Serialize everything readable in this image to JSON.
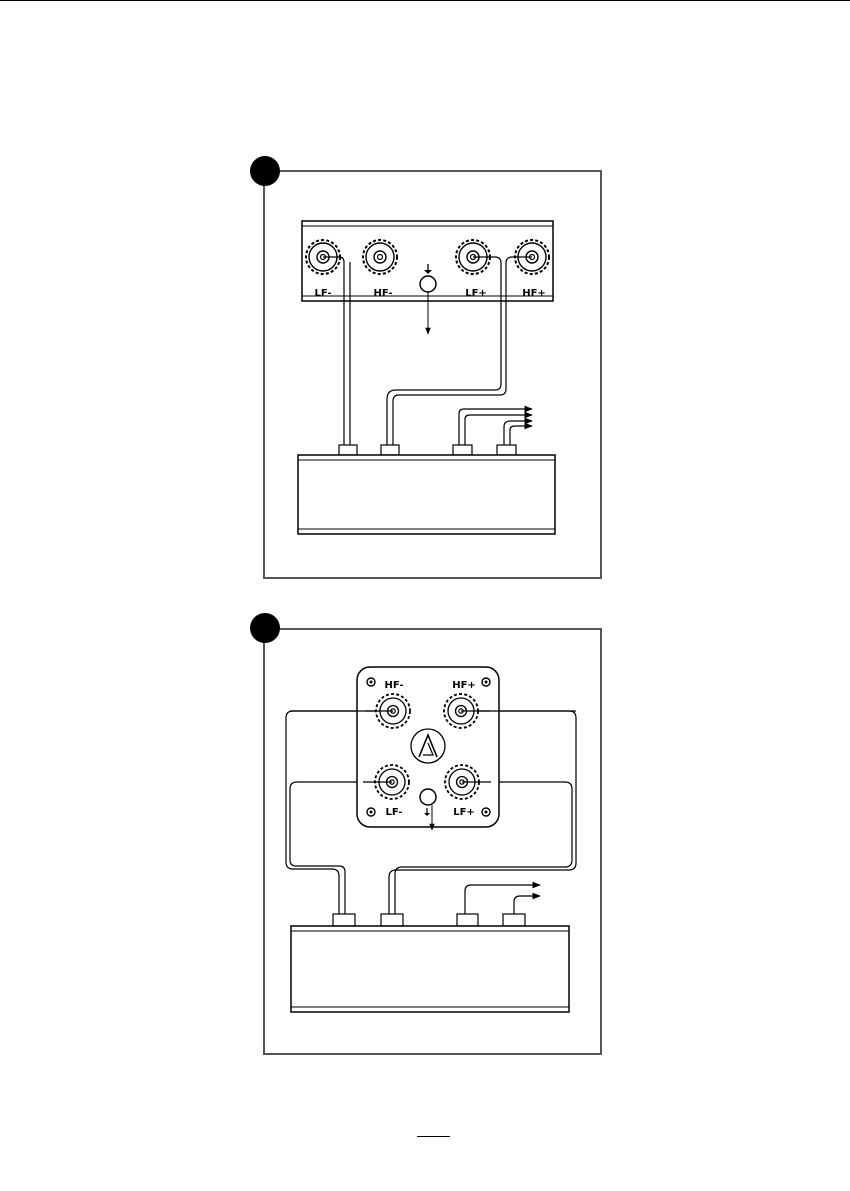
{
  "figure1": {
    "terminals": {
      "lf_minus": "LF-",
      "hf_minus": "HF-",
      "lf_plus": "LF+",
      "hf_plus": "HF+"
    },
    "ground_symbol": "⏚"
  },
  "figure2": {
    "terminals": {
      "hf_minus": "HF-",
      "hf_plus": "HF+",
      "lf_minus": "LF-",
      "lf_plus": "LF+"
    },
    "ground_symbol": "⏚"
  },
  "page_number": ""
}
